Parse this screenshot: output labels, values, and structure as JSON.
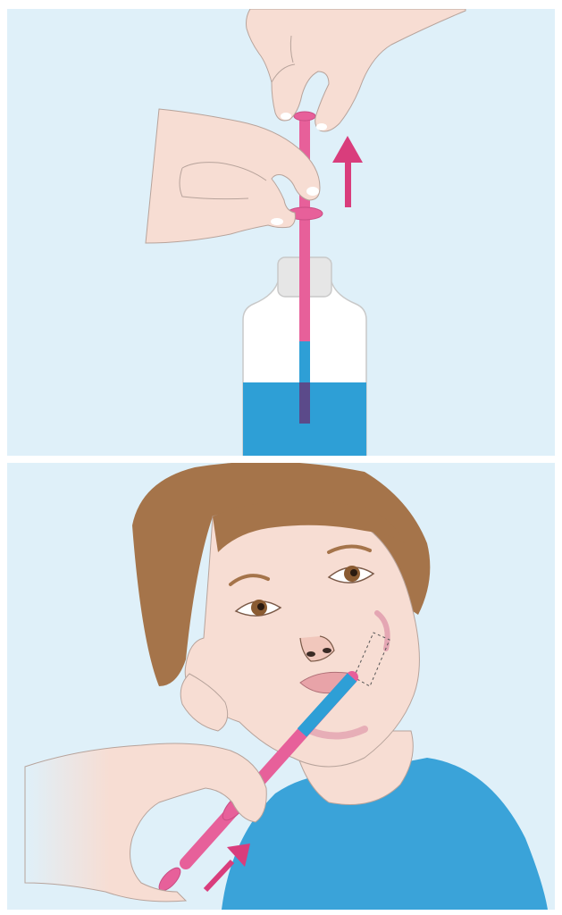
{
  "panels": [
    {
      "id": "draw-medicine",
      "arrow_direction": "up"
    },
    {
      "id": "give-medicine",
      "arrow_direction": "up-right"
    }
  ],
  "colors": {
    "background": "#dff0f9",
    "syringe": "#e7609a",
    "liquid": "#2e9fd6",
    "skin": "#f7ddd3",
    "hair": "#a5744a",
    "shirt": "#3aa3d9",
    "arrow": "#d93d7c",
    "bottle": "#ffffff"
  }
}
